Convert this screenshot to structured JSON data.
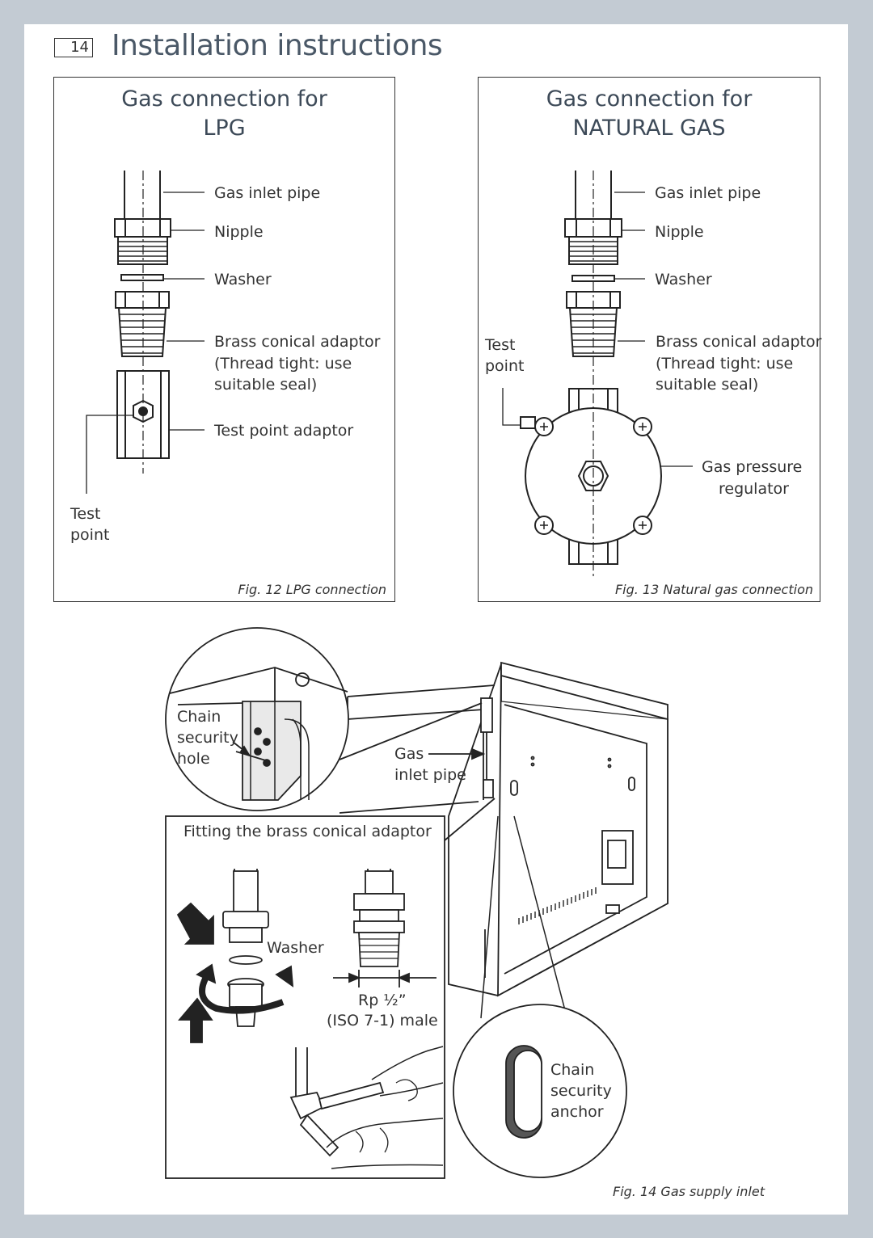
{
  "page": {
    "number": "14",
    "title": "Installation instructions"
  },
  "lpg": {
    "title_line1": "Gas connection for",
    "title_line2": "LPG",
    "labels": {
      "gas_inlet_pipe": "Gas inlet pipe",
      "nipple": "Nipple",
      "washer": "Washer",
      "adaptor_line1": "Brass conical adaptor",
      "adaptor_line2": "(Thread tight: use",
      "adaptor_line3": "suitable seal)",
      "test_point_adaptor": "Test point adaptor",
      "test_line1": "Test",
      "test_line2": "point"
    },
    "caption": "Fig. 12 LPG connection"
  },
  "natural_gas": {
    "title_line1": "Gas connection for",
    "title_line2": "NATURAL GAS",
    "labels": {
      "gas_inlet_pipe": "Gas inlet pipe",
      "nipple": "Nipple",
      "washer": "Washer",
      "test_line1": "Test",
      "test_line2": "point",
      "adaptor_line1": "Brass conical adaptor",
      "adaptor_line2": "(Thread tight: use",
      "adaptor_line3": "suitable seal)",
      "regulator_line1": "Gas pressure",
      "regulator_line2": "regulator"
    },
    "caption": "Fig. 13 Natural gas connection"
  },
  "supply": {
    "chain_hole_line1": "Chain",
    "chain_hole_line2": "security",
    "chain_hole_line3": "hole",
    "gas_pipe_line1": "Gas",
    "gas_pipe_line2": "inlet pipe",
    "fitting_title": "Fitting the brass conical adaptor",
    "washer": "Washer",
    "thread_line1": "Rp ½”",
    "thread_line2": "(ISO 7-1) male",
    "anchor_line1": "Chain",
    "anchor_line2": "security",
    "anchor_line3": "anchor",
    "caption": "Fig. 14  Gas supply inlet"
  }
}
